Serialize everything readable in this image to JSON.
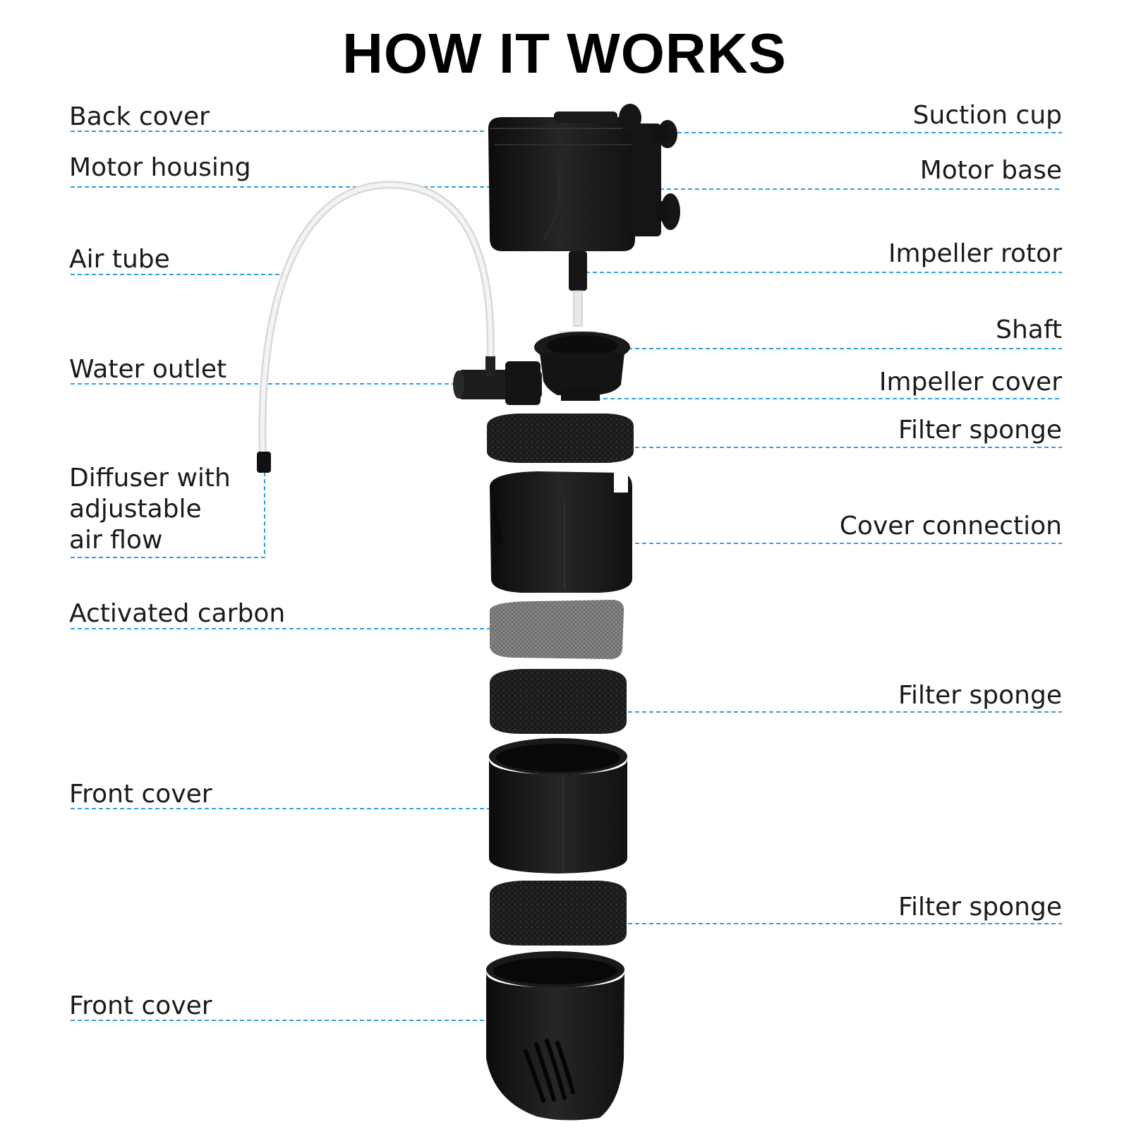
{
  "title": "HOW IT WORKS",
  "accent_color": "#2b9fe0",
  "labels_left": {
    "back_cover": "Back cover",
    "motor_housing": "Motor housing",
    "air_tube": "Air tube",
    "water_outlet": "Water outlet",
    "diffuser_line1": "Diffuser with",
    "diffuser_line2": "adjustable",
    "diffuser_line3": "air flow",
    "activated_carbon": "Activated carbon",
    "front_cover_1": "Front cover",
    "front_cover_2": "Front cover"
  },
  "labels_right": {
    "suction_cup": "Suction cup",
    "motor_base": "Motor base",
    "impeller_rotor": "Impeller rotor",
    "shaft": "Shaft",
    "impeller_cover": "Impeller cover",
    "filter_sponge_1": "Filter sponge",
    "cover_connection": "Cover connection",
    "filter_sponge_2": "Filter sponge",
    "filter_sponge_3": "Filter sponge"
  }
}
